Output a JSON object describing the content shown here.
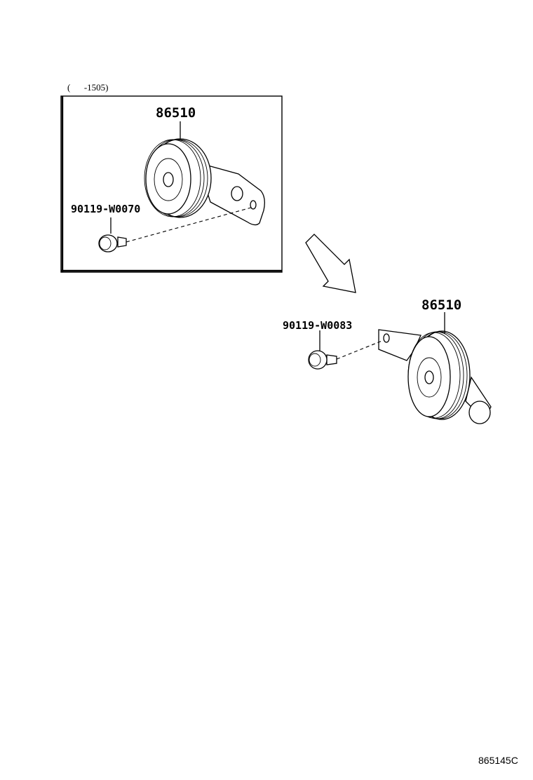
{
  "diagram": {
    "range_label": "(      -1505)",
    "old_assembly": {
      "horn_part": "86510",
      "bolt_part": "90119-W0070"
    },
    "new_assembly": {
      "horn_part": "86510",
      "bolt_part": "90119-W0083"
    },
    "figure_code": "865145C"
  }
}
